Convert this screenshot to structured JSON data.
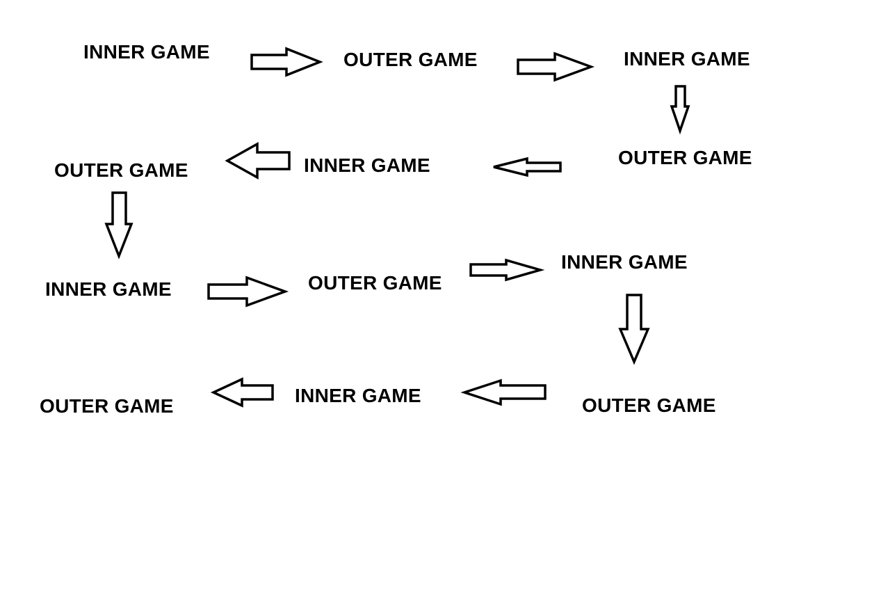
{
  "diagram": {
    "nodes": [
      {
        "id": "n1",
        "label": "INNER GAME"
      },
      {
        "id": "n2",
        "label": "OUTER GAME"
      },
      {
        "id": "n3",
        "label": "INNER GAME"
      },
      {
        "id": "n4",
        "label": "OUTER GAME"
      },
      {
        "id": "n5",
        "label": "INNER GAME"
      },
      {
        "id": "n6",
        "label": "OUTER GAME"
      },
      {
        "id": "n7",
        "label": "INNER GAME"
      },
      {
        "id": "n8",
        "label": "OUTER GAME"
      },
      {
        "id": "n9",
        "label": "INNER GAME"
      },
      {
        "id": "n10",
        "label": "OUTER GAME"
      },
      {
        "id": "n11",
        "label": "INNER GAME"
      },
      {
        "id": "n12",
        "label": "OUTER GAME"
      }
    ],
    "edges": [
      {
        "from": "n1",
        "to": "n2",
        "direction": "right"
      },
      {
        "from": "n2",
        "to": "n3",
        "direction": "right"
      },
      {
        "from": "n3",
        "to": "n4",
        "direction": "down"
      },
      {
        "from": "n4",
        "to": "n5",
        "direction": "left"
      },
      {
        "from": "n5",
        "to": "n6",
        "direction": "left"
      },
      {
        "from": "n6",
        "to": "n7",
        "direction": "down"
      },
      {
        "from": "n7",
        "to": "n8",
        "direction": "right"
      },
      {
        "from": "n8",
        "to": "n9",
        "direction": "right"
      },
      {
        "from": "n9",
        "to": "n10",
        "direction": "down"
      },
      {
        "from": "n10",
        "to": "n11",
        "direction": "left"
      },
      {
        "from": "n11",
        "to": "n12",
        "direction": "left"
      }
    ],
    "colors": {
      "background": "#ffffff",
      "text": "#000000",
      "arrow_stroke": "#000000",
      "arrow_fill": "#ffffff"
    }
  }
}
